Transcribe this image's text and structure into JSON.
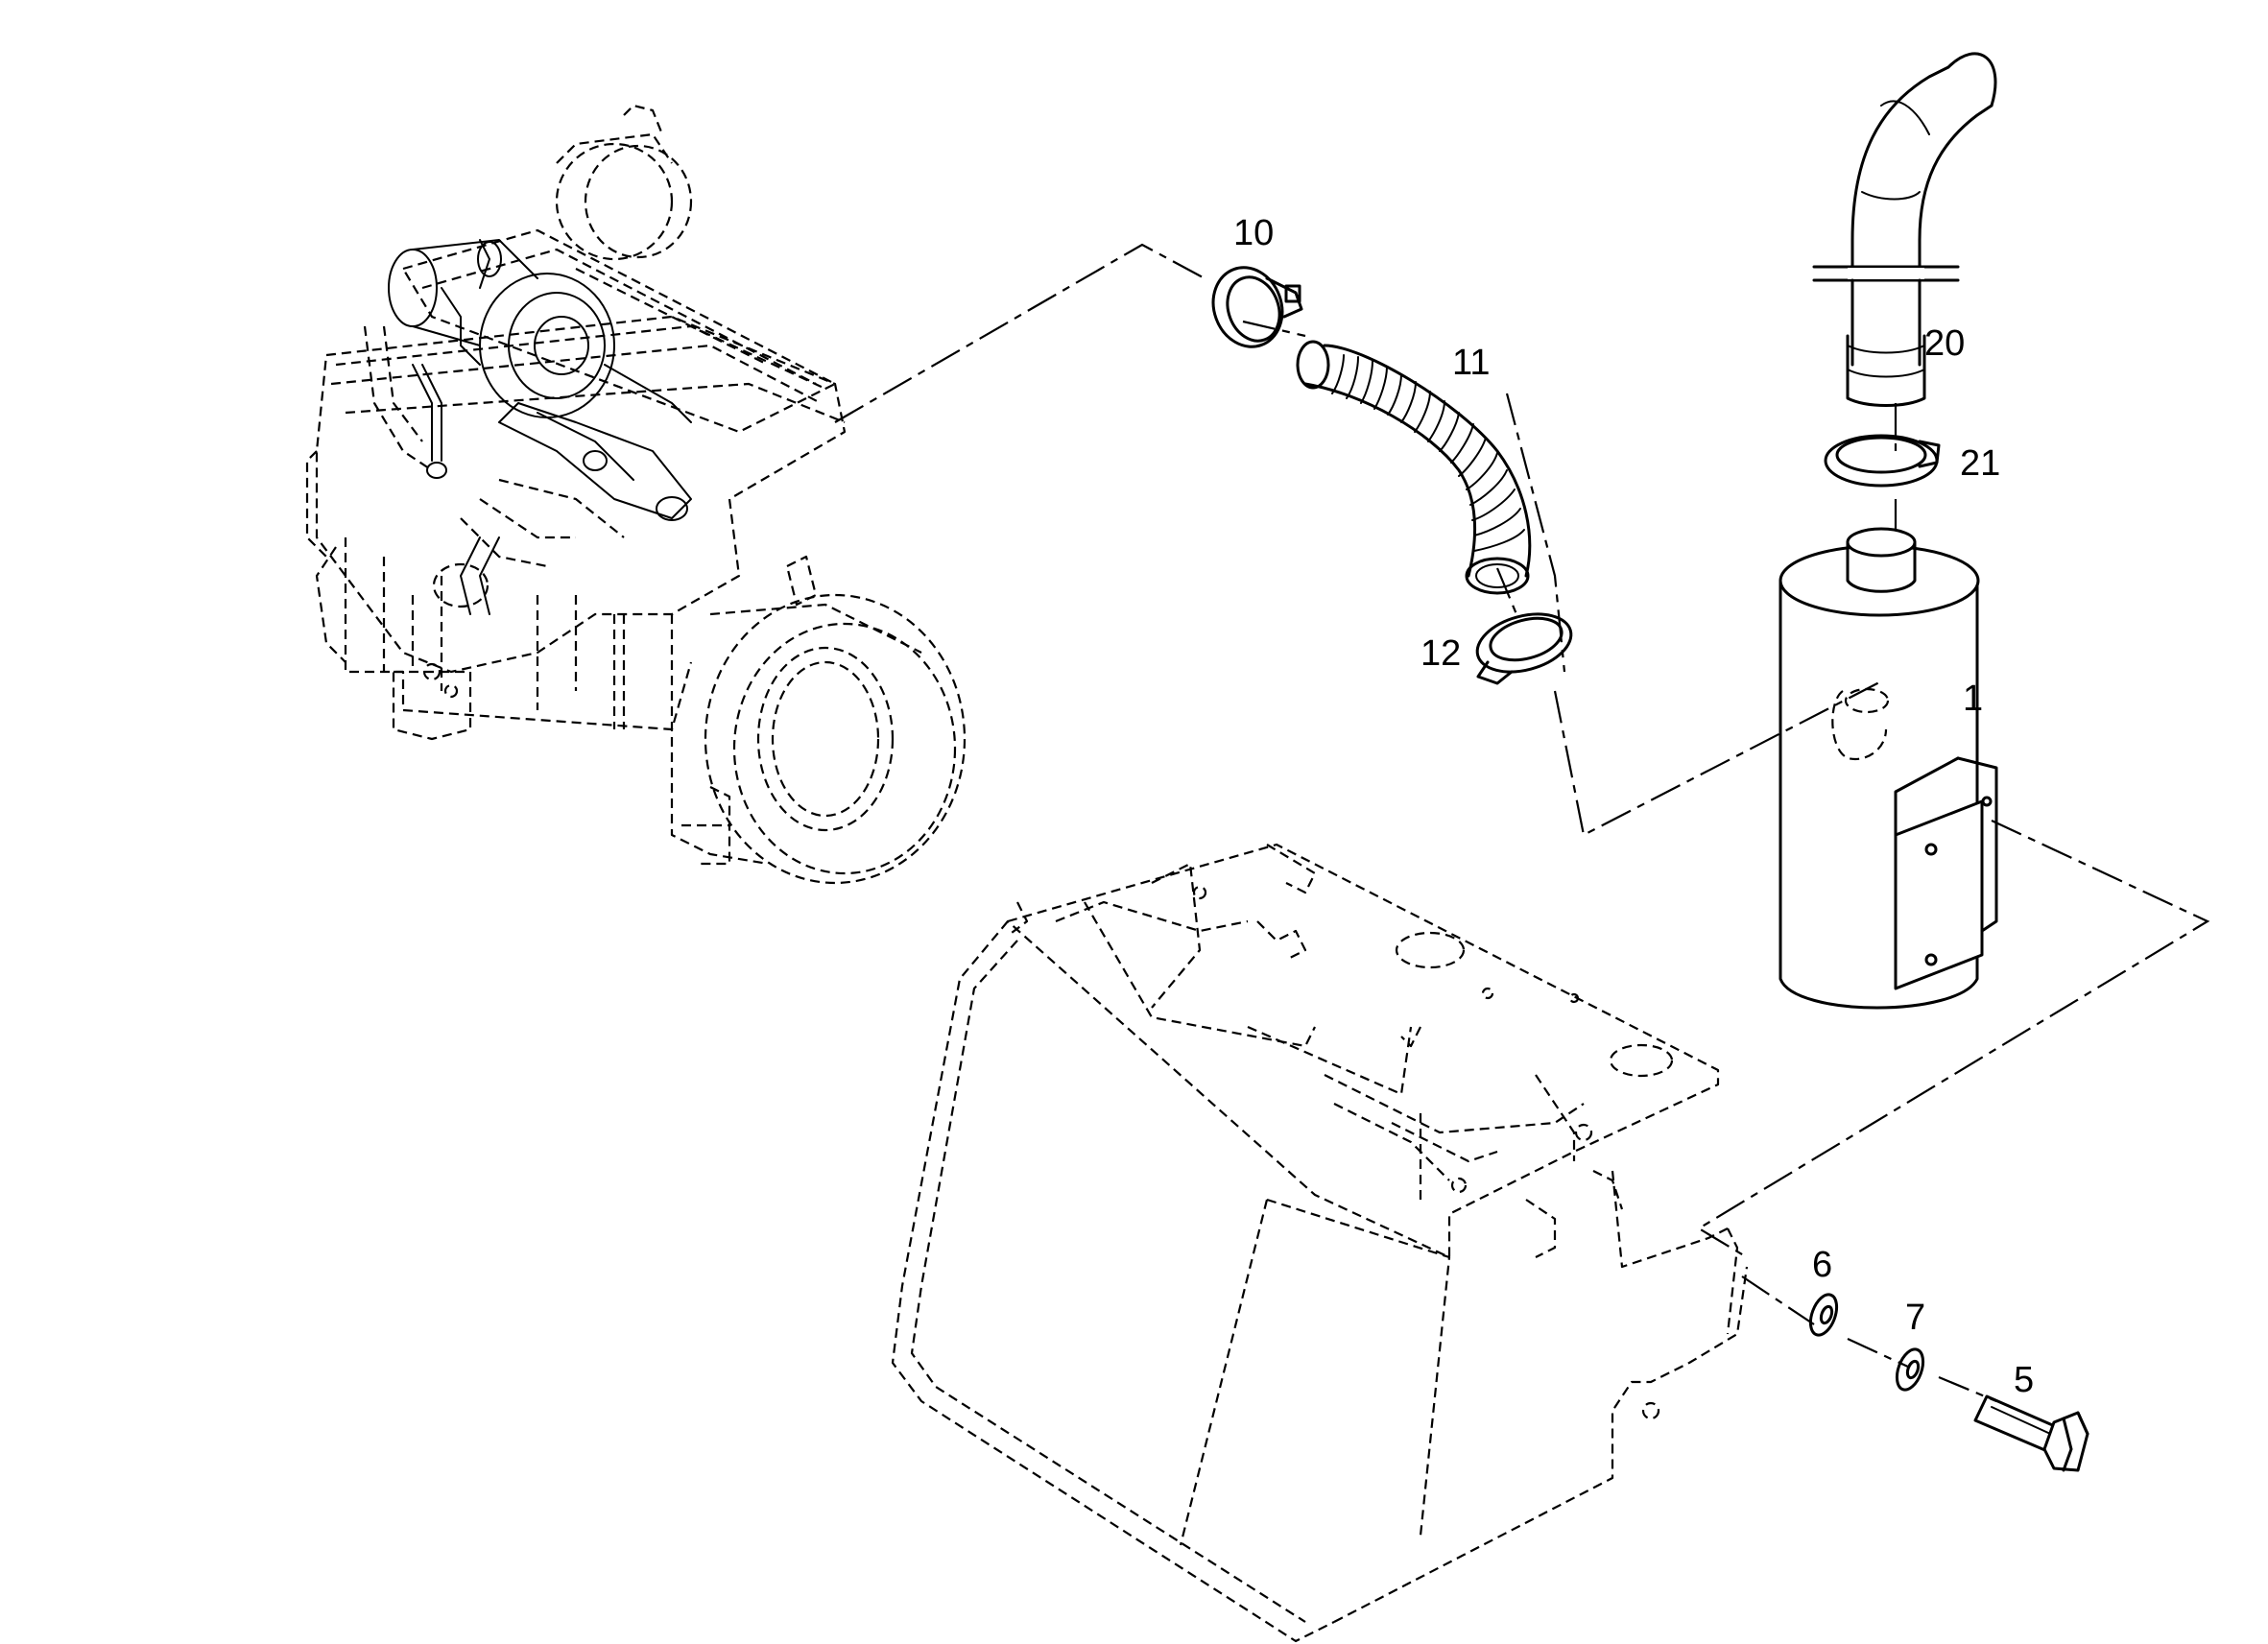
{
  "diagram": {
    "callouts": {
      "c1": "1",
      "c5": "5",
      "c6": "6",
      "c7": "7",
      "c10": "10",
      "c11": "11",
      "c12": "12",
      "c20": "20",
      "c21": "21"
    }
  }
}
